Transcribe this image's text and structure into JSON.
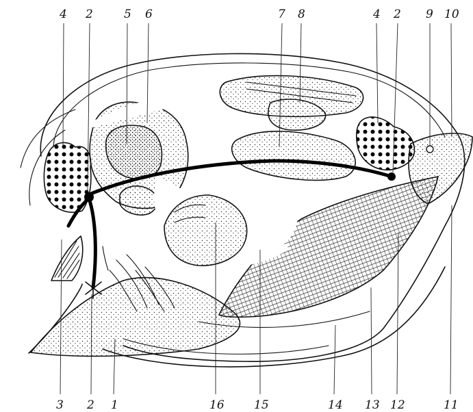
{
  "figure": {
    "labels_top": [
      {
        "id": "t-4a",
        "text": "4"
      },
      {
        "id": "t-2a",
        "text": "2"
      },
      {
        "id": "t-5",
        "text": "5"
      },
      {
        "id": "t-6",
        "text": "6"
      },
      {
        "id": "t-7",
        "text": "7"
      },
      {
        "id": "t-8",
        "text": "8"
      },
      {
        "id": "t-4b",
        "text": "4"
      },
      {
        "id": "t-2b",
        "text": "2"
      },
      {
        "id": "t-9",
        "text": "9"
      },
      {
        "id": "t-10",
        "text": "10"
      }
    ],
    "labels_bottom": [
      {
        "id": "b-3",
        "text": "3"
      },
      {
        "id": "b-2",
        "text": "2"
      },
      {
        "id": "b-1",
        "text": "1"
      },
      {
        "id": "b-16",
        "text": "16"
      },
      {
        "id": "b-15",
        "text": "15"
      },
      {
        "id": "b-14",
        "text": "14"
      },
      {
        "id": "b-13",
        "text": "13"
      },
      {
        "id": "b-12",
        "text": "12"
      },
      {
        "id": "b-11",
        "text": "11"
      }
    ]
  },
  "colors": {
    "ink": "#111111",
    "paper": "#ffffff",
    "nerve": "#000000",
    "muscle_hatch": "#333333"
  }
}
